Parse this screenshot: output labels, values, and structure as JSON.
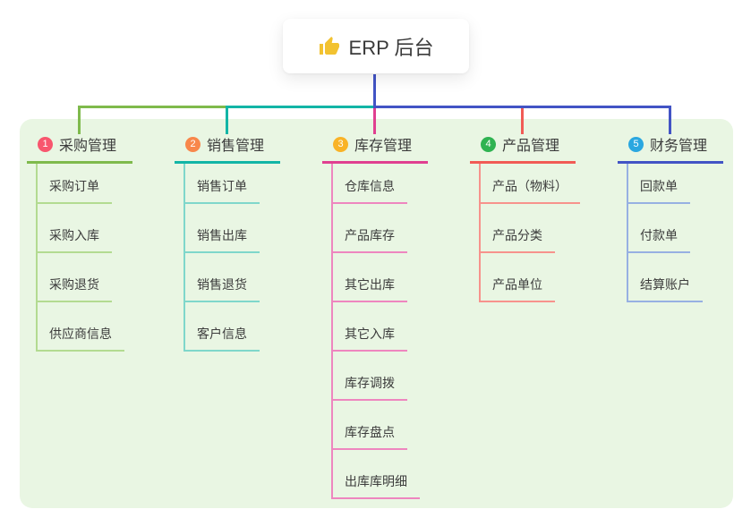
{
  "root": {
    "label": "ERP 后台",
    "icon": "thumbs-up-icon",
    "icon_color": "#f2c230"
  },
  "colors": {
    "page_bg": "#ffffff",
    "panel_bg": "#e9f6e3",
    "stem": "#4254c5",
    "text": "#3c3c3c"
  },
  "branches": [
    {
      "badge": "1",
      "badge_color": "#f8566e",
      "label": "采购管理",
      "line_color": "#7fba4c",
      "child_line_color": "#b3db91",
      "children": [
        "采购订单",
        "采购入库",
        "采购退货",
        "供应商信息"
      ]
    },
    {
      "badge": "2",
      "badge_color": "#f8874b",
      "label": "销售管理",
      "line_color": "#12b5a6",
      "child_line_color": "#7fd7cb",
      "children": [
        "销售订单",
        "销售出库",
        "销售退货",
        "客户信息"
      ]
    },
    {
      "badge": "3",
      "badge_color": "#f9b327",
      "label": "库存管理",
      "line_color": "#e03f90",
      "child_line_color": "#ee86bf",
      "children": [
        "仓库信息",
        "产品库存",
        "其它出库",
        "其它入库",
        "库存调拨",
        "库存盘点",
        "出库库明细"
      ]
    },
    {
      "badge": "4",
      "badge_color": "#2fb351",
      "label": "产品管理",
      "line_color": "#f15b55",
      "child_line_color": "#f7928c",
      "children": [
        "产品（物料）",
        "产品分类",
        "产品单位"
      ]
    },
    {
      "badge": "5",
      "badge_color": "#2aa7e0",
      "label": "财务管理",
      "line_color": "#4254c5",
      "child_line_color": "#97b0e2",
      "children": [
        "回款单",
        "付款单",
        "结算账户"
      ]
    }
  ]
}
